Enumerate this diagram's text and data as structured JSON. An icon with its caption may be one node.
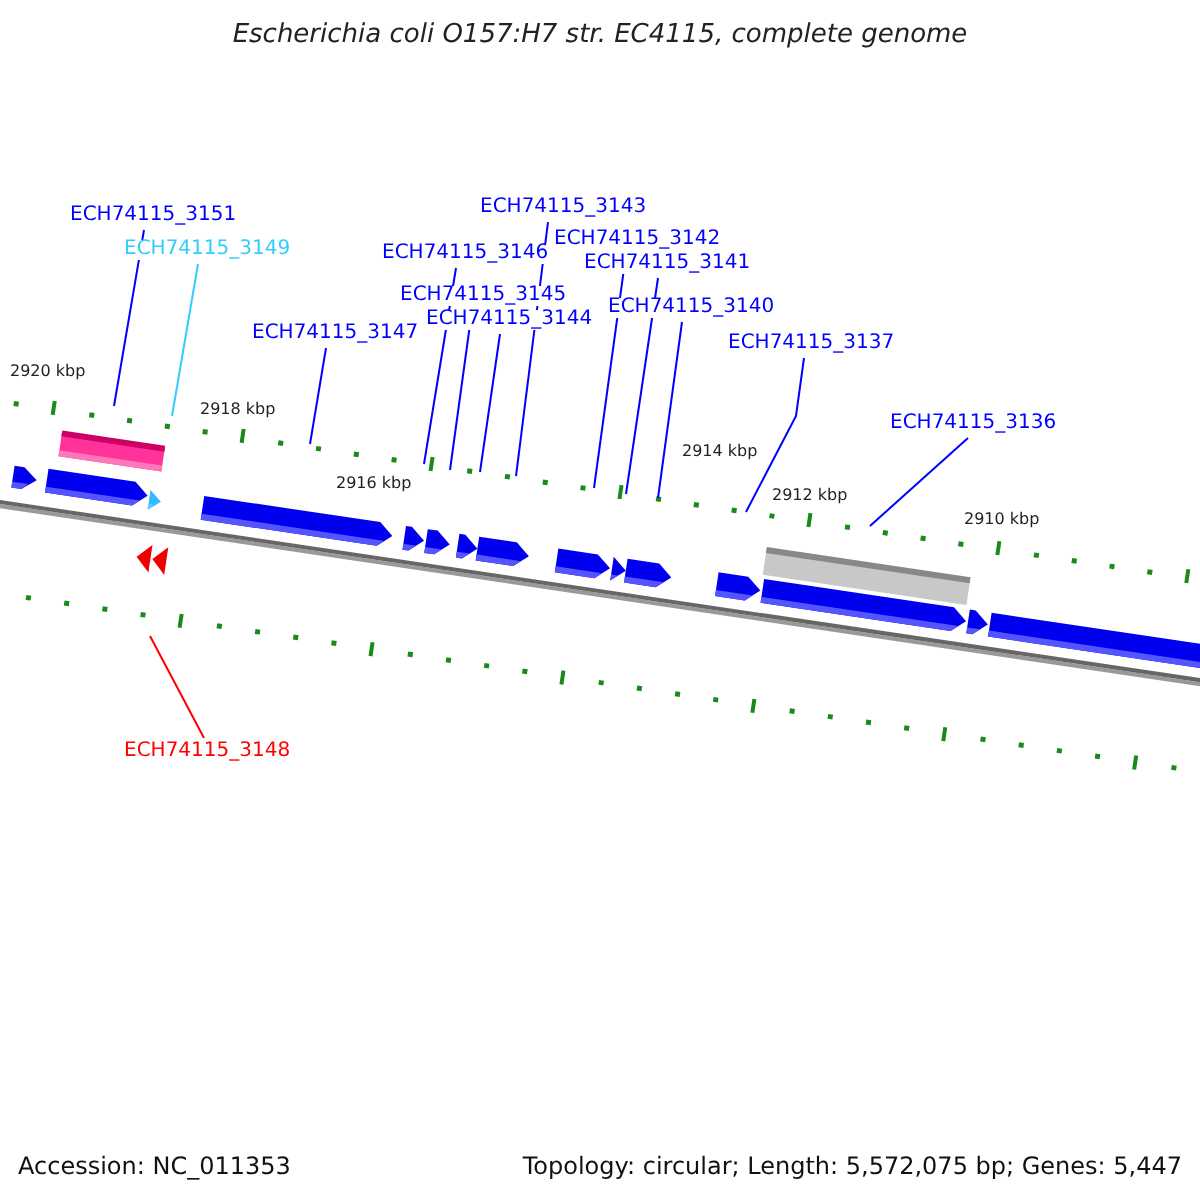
{
  "diagram": {
    "title": "Escherichia coli O157:H7 str. EC4115, complete genome",
    "nodes": [
      {
        "text": [
          "ECH74115_3143"
        ]
      },
      {
        "text": [
          "ECH74115_3151"
        ]
      },
      {
        "text": [
          "ECH74115_3142"
        ]
      },
      {
        "text": [
          "ECH74115_3149"
        ]
      },
      {
        "text": [
          "ECH74115_3146"
        ]
      },
      {
        "text": [
          "ECH74115_3141"
        ]
      },
      {
        "text": [
          "ECH74115_3145"
        ]
      },
      {
        "text": [
          "ECH74115_3140"
        ]
      },
      {
        "text": [
          "ECH74115_3144"
        ]
      },
      {
        "text": [
          "ECH74115_3147"
        ]
      },
      {
        "text": [
          "ECH74115_3137"
        ]
      },
      {
        "text": [
          "ECH74115_3136"
        ]
      },
      {
        "text": [
          "ECH74115_3148"
        ]
      }
    ],
    "edges": [
      {
        "from": 0,
        "to": null,
        "arrow": "none"
      },
      {
        "from": 1,
        "to": null,
        "arrow": "none"
      },
      {
        "from": 2,
        "to": null,
        "arrow": "none"
      },
      {
        "from": 3,
        "to": null,
        "arrow": "none",
        "color": "#33ccff"
      },
      {
        "from": 4,
        "to": null,
        "arrow": "none"
      },
      {
        "from": 5,
        "to": null,
        "arrow": "none"
      },
      {
        "from": 6,
        "to": null,
        "arrow": "none"
      },
      {
        "from": 7,
        "to": null,
        "arrow": "none"
      },
      {
        "from": 8,
        "to": null,
        "arrow": "none"
      },
      {
        "from": 9,
        "to": null,
        "arrow": "none"
      },
      {
        "from": 10,
        "to": null,
        "arrow": "none"
      },
      {
        "from": 11,
        "to": null,
        "arrow": "none"
      },
      {
        "from": 12,
        "to": null,
        "arrow": "none",
        "color": "#ff0000"
      }
    ],
    "labels": [
      "2920 kbp",
      "2918 kbp",
      "2916 kbp",
      "2914 kbp",
      "2912 kbp",
      "2910 kbp",
      "Accession: NC_011353",
      "Topology: circular; Length: 5,572,075 bp; Genes: 5,447"
    ]
  }
}
